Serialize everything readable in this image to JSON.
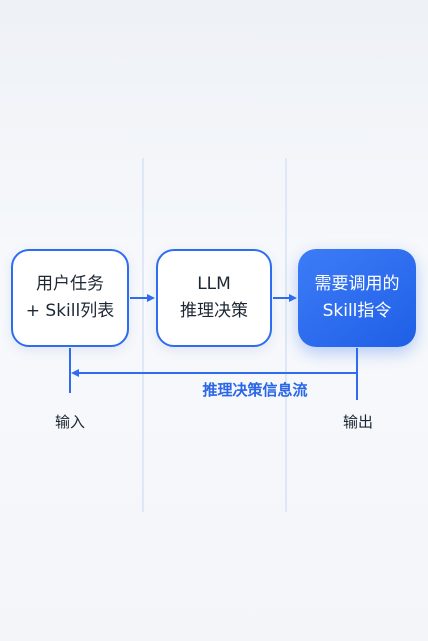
{
  "nodes": {
    "input": {
      "line1": "用户任务",
      "line2": "+ Skill列表"
    },
    "llm": {
      "line1": "LLM",
      "line2": "推理决策"
    },
    "output": {
      "line1": "需要调用的",
      "line2": "Skill指令"
    }
  },
  "flow_label": "推理决策信息流",
  "io": {
    "input_label": "输入",
    "output_label": "输出"
  },
  "colors": {
    "accent": "#2f6df0",
    "node_fill_highlight": "#2a6aee",
    "divider": "#c9d8f2"
  }
}
